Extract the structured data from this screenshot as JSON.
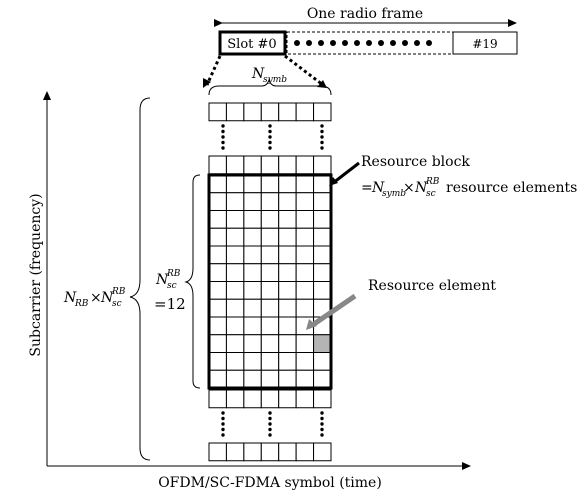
{
  "frame": {
    "label": "One radio frame",
    "first_slot": "Slot #0",
    "last_slot": "#19"
  },
  "labels": {
    "n_symb_base": "N",
    "n_symb_sub": "symb",
    "n_sc_base": "N",
    "n_sc_sub": "sc",
    "n_sc_sup": "RB",
    "n_sc_value": "=12",
    "n_rb_base": "N",
    "n_rb_sub": "RB",
    "times": "×",
    "resource_block": "Resource block",
    "rb_equals": "=",
    "resource_elements": "resource elements",
    "resource_element": "Resource element",
    "x_axis": "OFDM/SC-FDMA symbol (time)",
    "y_axis": "Subcarrier (frequency)"
  },
  "grid": {
    "symbols_per_slot": 7,
    "subcarriers_per_rb": 12,
    "highlighted_element": {
      "symbol": 6,
      "subcarrier": 9
    }
  },
  "colors": {
    "line": "#000000",
    "highlight": "#b4b4b4"
  }
}
